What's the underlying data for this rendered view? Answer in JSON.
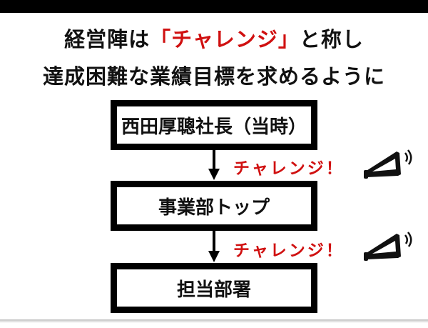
{
  "title": {
    "line1_pre": "経営陣は",
    "line1_highlight": "「チャレンジ」",
    "line1_post": "と称し",
    "line2": "達成困難な業績目標を求めるように"
  },
  "flow": {
    "boxes": [
      "西田厚聰社長（当時）",
      "事業部トップ",
      "担当部署"
    ],
    "shouts": [
      "チャレンジ！",
      "チャレンジ！"
    ]
  },
  "colors": {
    "accent": "#d01010"
  },
  "icons": [
    "megaphone-icon",
    "arrow-down-icon"
  ]
}
